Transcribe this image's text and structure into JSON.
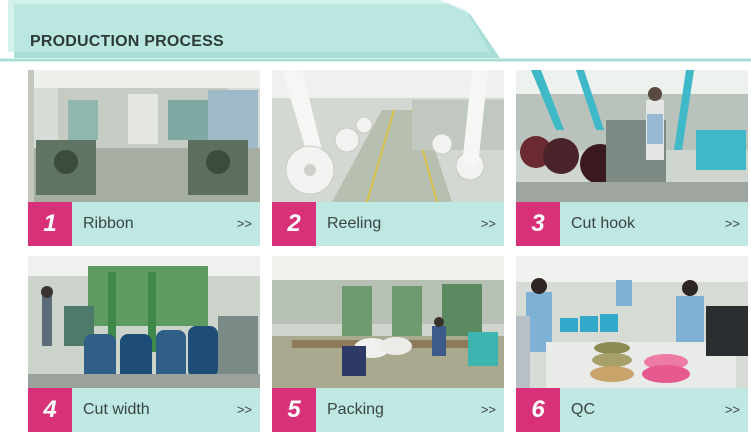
{
  "header": {
    "title": "PRODUCTION PROCESS"
  },
  "steps": [
    {
      "number": "1",
      "label": "Ribbon",
      "arrow": ">>"
    },
    {
      "number": "2",
      "label": "Reeling",
      "arrow": ">>"
    },
    {
      "number": "3",
      "label": "Cut hook",
      "arrow": ">>"
    },
    {
      "number": "4",
      "label": "Cut width",
      "arrow": ">>"
    },
    {
      "number": "5",
      "label": "Packing",
      "arrow": ">>"
    },
    {
      "number": "6",
      "label": "QC",
      "arrow": ">>"
    }
  ],
  "colors": {
    "accent": "#d8317a",
    "label_bar": "#bfe8e3",
    "header_band": "#a9ded6"
  }
}
